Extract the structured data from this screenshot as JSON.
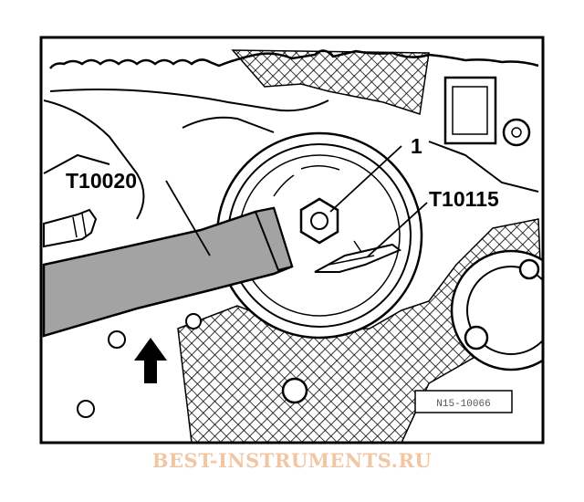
{
  "figure": {
    "callouts": {
      "tool_lever": "T10020",
      "tool_pin": "T10115",
      "part_number": "1"
    },
    "stamp": "N15-10066",
    "colors": {
      "line": "#000000",
      "tool_fill": "#a3a3a3",
      "mesh": "#000000"
    },
    "icons": [
      "arrow-up-icon"
    ]
  },
  "watermark": "BEST-INSTRUMENTS.RU"
}
